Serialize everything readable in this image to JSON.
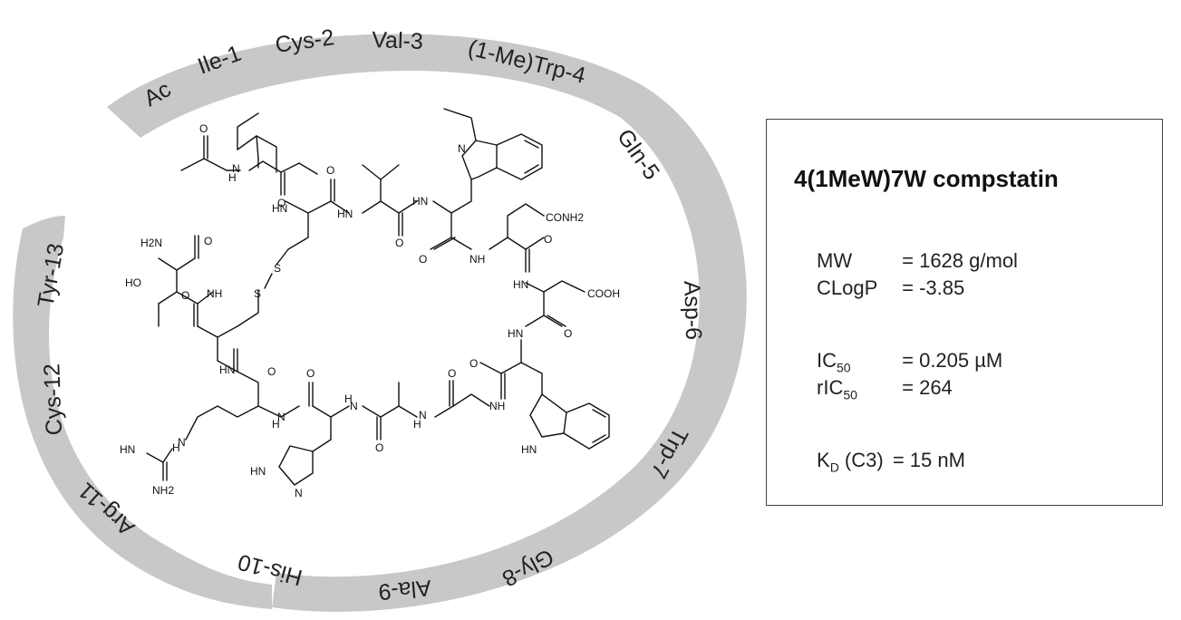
{
  "residues": [
    {
      "label": "Ac"
    },
    {
      "label": "Ile-1"
    },
    {
      "label": "Cys-2"
    },
    {
      "label": "Val-3"
    },
    {
      "label": "(1-Me)Trp-4"
    },
    {
      "label": "Gln-5"
    },
    {
      "label": "Asp-6"
    },
    {
      "label": "Trp-7"
    },
    {
      "label": "Gly-8"
    },
    {
      "label": "Ala-9"
    },
    {
      "label": "His-10"
    },
    {
      "label": "Arg-11"
    },
    {
      "label": "Cys-12"
    },
    {
      "label": "Tyr-13"
    }
  ],
  "atoms": {
    "o": "O",
    "nh": "HN",
    "h": "H",
    "n": "N",
    "nhr": "NH",
    "s": "S",
    "h2n": "H2N",
    "ho": "HO",
    "conh2": "CONH2",
    "cooh": "COOH",
    "nh2": "NH2"
  },
  "info": {
    "title": "4(1MeW)7W compstatin",
    "mw": {
      "name": "MW",
      "value": "= 1628 g/mol"
    },
    "clogp": {
      "name": "CLogP",
      "value": "= -3.85"
    },
    "ic50": {
      "name_main": "IC",
      "name_sub": "50",
      "value": "= 0.205 µM"
    },
    "ric50": {
      "name_main": "rIC",
      "name_sub": "50",
      "value": "= 264"
    },
    "kd": {
      "name_main": "K",
      "name_sub": "D",
      "name_tail": " (C3)",
      "value": "= 15 nM"
    }
  },
  "colors": {
    "ring": "#c8c8c8",
    "text": "#222222",
    "bond": "#111111",
    "box_border": "#444444"
  }
}
